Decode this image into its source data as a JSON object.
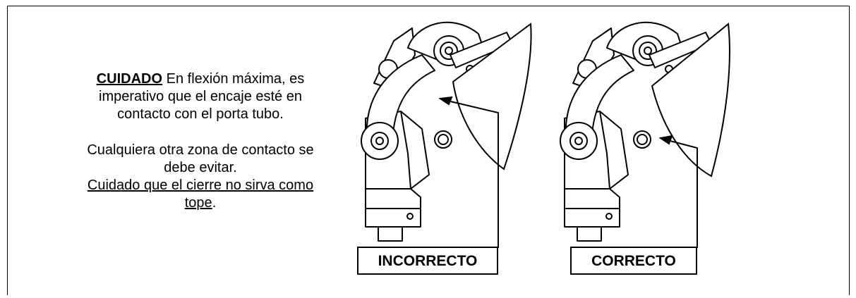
{
  "caution": {
    "keyword": "CUIDADO",
    "line1_rest": " En  flexión máxima, es",
    "line2": "imperativo que el encaje esté en",
    "line3": "contacto con el porta tubo.",
    "line4": "Cualquiera otra zona de contacto se",
    "line5": "debe evitar.",
    "line6": "Cuidado que el cierre  no sirva como",
    "line7_underlined": "tope",
    "line7_rest": "."
  },
  "labels": {
    "incorrect": "INCORRECTO",
    "correct": "CORRECTO"
  }
}
